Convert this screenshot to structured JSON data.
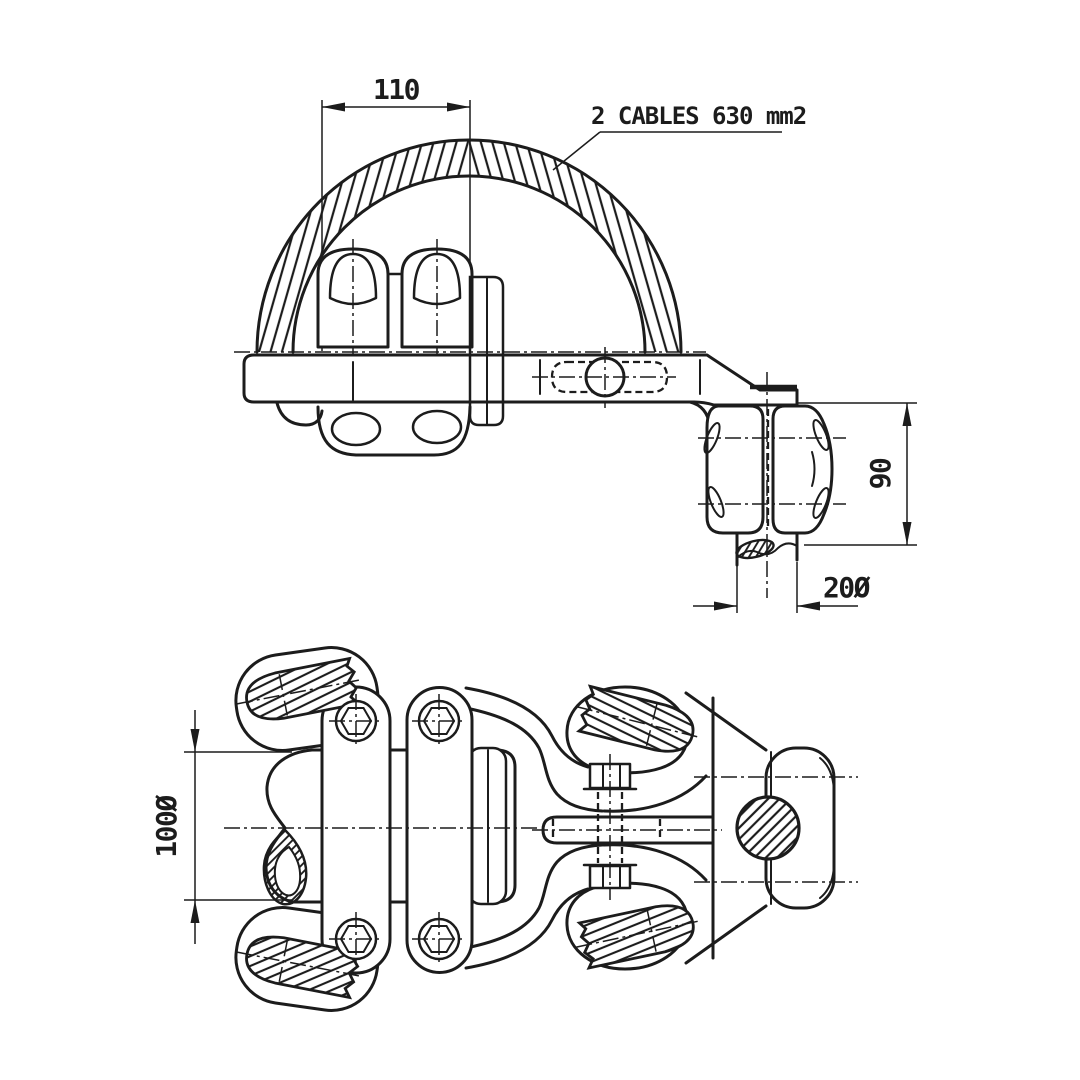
{
  "drawing": {
    "colors": {
      "background": "#ffffff",
      "ink": "#1c1c1c"
    },
    "annotations": {
      "cables_note": "2 CABLES 630 mm2",
      "dim_saddle_spacing": "110",
      "dim_clevis_height": "90",
      "dim_pin_diameter": "20Ø",
      "dim_barrel_diameter": "100Ø"
    }
  }
}
